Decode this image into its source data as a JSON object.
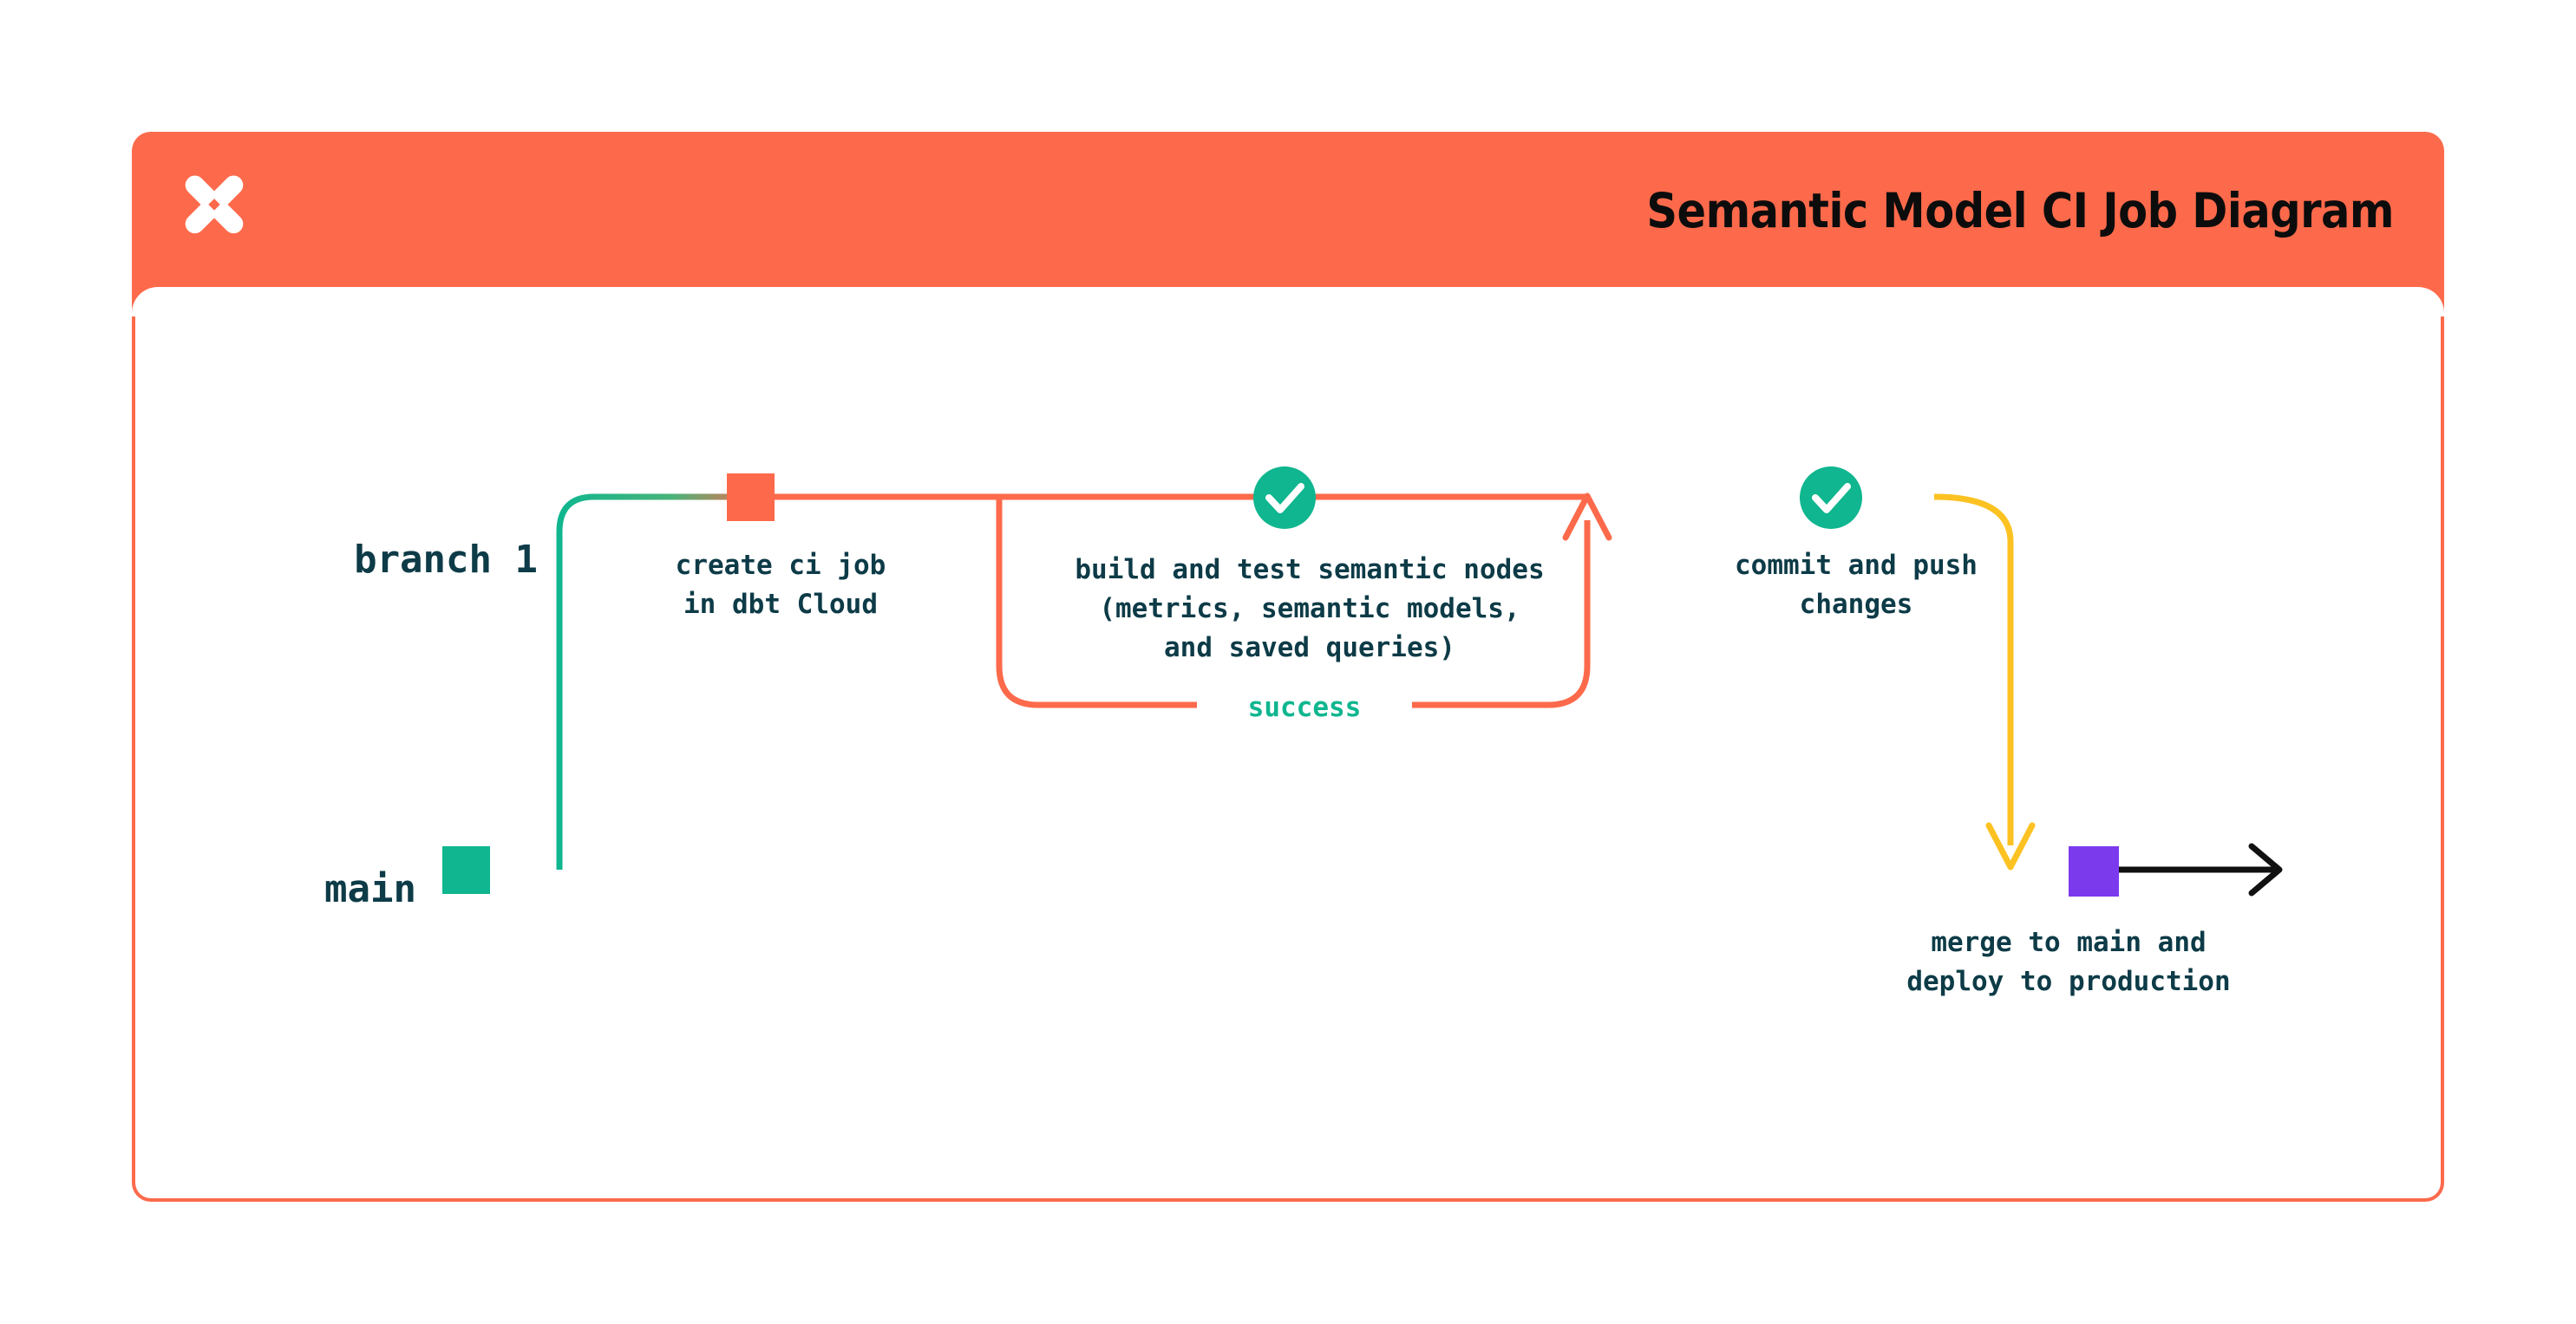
{
  "card": {
    "title": "Semantic Model CI Job Diagram",
    "logo_icon": "dbt-logo-icon"
  },
  "colors": {
    "brand_orange": "#fc6a4b",
    "green": "#0fb68f",
    "yellow": "#fcc222",
    "purple": "#7c3aed",
    "dark_text": "#0d3b47",
    "black": "#111111"
  },
  "lanes": [
    {
      "id": "branch-1",
      "label": "branch 1"
    },
    {
      "id": "main",
      "label": "main"
    }
  ],
  "nodes": [
    {
      "id": "create-ci-job",
      "marker": "orange-square",
      "caption": "create ci job\nin dbt Cloud"
    },
    {
      "id": "build-and-test",
      "marker": "green-check-circle",
      "caption": "build and test semantic nodes\n(metrics, semantic models,\nand saved queries)"
    },
    {
      "id": "commit-and-push",
      "marker": "green-check-circle",
      "caption": "commit and push\nchanges"
    },
    {
      "id": "merge-to-main",
      "marker": "purple-square",
      "caption": "merge to main and\ndeploy to production"
    }
  ],
  "edges": [
    {
      "id": "loop-success",
      "label": "success",
      "color": "#fc6a4b",
      "label_color": "#0fb68f"
    }
  ]
}
